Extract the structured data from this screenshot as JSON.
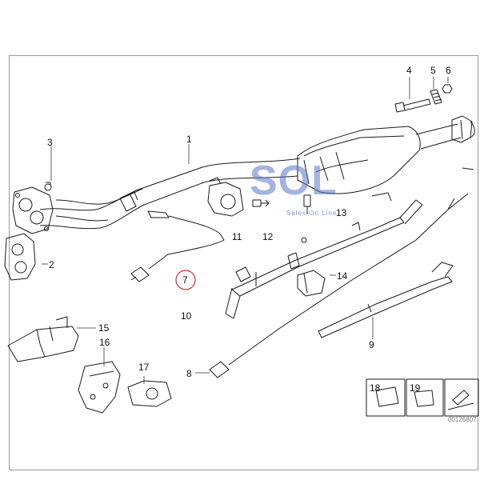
{
  "callouts": [
    "1",
    "2",
    "3",
    "4",
    "5",
    "6",
    "7",
    "8",
    "9",
    "10",
    "11",
    "12",
    "13",
    "14",
    "15",
    "16",
    "17",
    "18",
    "19"
  ],
  "highlighted_callout": "7",
  "watermark": {
    "logo": "SOL",
    "tagline": "Sales On Line"
  },
  "reference_code": "00126807",
  "colors": {
    "line": "#1a1a1a",
    "highlight_circle": "#d03030",
    "watermark": "#5a78c8"
  }
}
